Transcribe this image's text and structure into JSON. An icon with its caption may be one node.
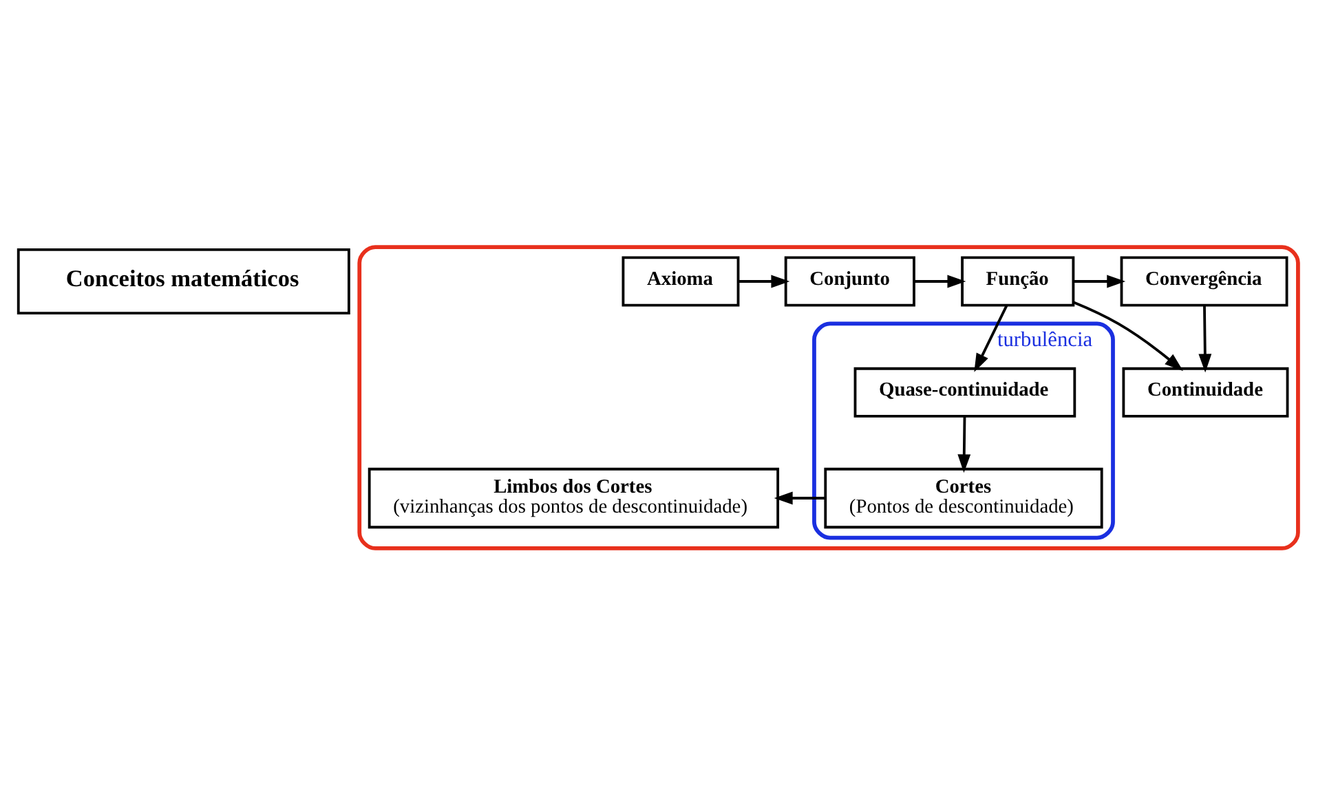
{
  "diagram": {
    "nodes": [
      {
        "text": [
          "Conceitos matemáticos"
        ]
      },
      {
        "text": [],
        "shape": "cloud"
      },
      {
        "text": [
          "Axioma"
        ],
        "in": 1
      },
      {
        "text": [
          "Conjunto"
        ],
        "in": 1
      },
      {
        "text": [
          "Função"
        ],
        "in": 1
      },
      {
        "text": [
          "Convergência"
        ],
        "in": 1
      },
      {
        "text": [
          "turbulência"
        ],
        "in": 1
      },
      {
        "text": [
          "Quase-continuidade"
        ],
        "in": 6
      },
      {
        "text": [
          "Continuidade"
        ],
        "in": 1
      },
      {
        "text": [
          "Cortes",
          "(Pontos de descontinuidade)"
        ],
        "in": 6
      },
      {
        "text": [
          "Limbos dos Cortes",
          "(vizinhanças dos pontos de descontinuidade)"
        ],
        "in": 1
      }
    ],
    "edges": [
      {
        "from": 2,
        "to": 3,
        "arrow": "to"
      },
      {
        "from": 3,
        "to": 4,
        "arrow": "to"
      },
      {
        "from": 4,
        "to": 5,
        "arrow": "to"
      },
      {
        "from": 4,
        "to": 7,
        "arrow": "to"
      },
      {
        "from": 4,
        "to": 8,
        "arrow": "to"
      },
      {
        "from": 5,
        "to": 8,
        "arrow": "to"
      },
      {
        "from": 7,
        "to": 9,
        "arrow": "to"
      },
      {
        "from": 9,
        "to": 10,
        "arrow": "to"
      }
    ]
  }
}
